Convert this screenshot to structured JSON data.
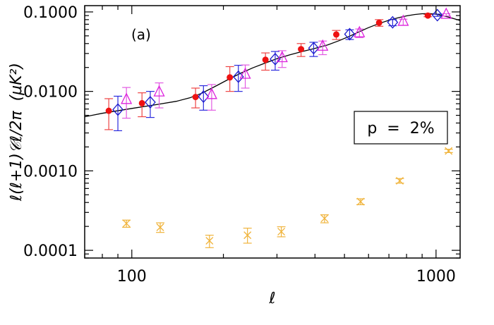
{
  "chart_data": {
    "type": "scatter",
    "title": "",
    "xlabel": "ℓ",
    "ylabel": "ℓ(ℓ+1)𝒞ℓ/2π  (μK²)",
    "xscale": "log",
    "yscale": "log",
    "xlim": [
      70,
      1200
    ],
    "ylim": [
      8e-05,
      0.12
    ],
    "x_ticks": [
      100,
      1000
    ],
    "x_tick_labels": [
      "100",
      "1000"
    ],
    "y_ticks": [
      0.0001,
      0.001,
      0.01,
      0.1
    ],
    "y_tick_labels": [
      "0.0001",
      "0.0010",
      "0.0100",
      "0.1000"
    ],
    "grid": false,
    "panel_label": "(a)",
    "legend_box": {
      "text": "p  =  2%",
      "placement": "right"
    },
    "curve": {
      "color": "#000000",
      "x": [
        70,
        80,
        100,
        120,
        140,
        155,
        170,
        190,
        210,
        230,
        250,
        270,
        300,
        330,
        360,
        400,
        440,
        480,
        520,
        560,
        600,
        650,
        700,
        750,
        800,
        850,
        900,
        950,
        1000,
        1050,
        1100,
        1200
      ],
      "y": [
        0.0048,
        0.0053,
        0.0061,
        0.0068,
        0.0075,
        0.0083,
        0.0095,
        0.0118,
        0.0145,
        0.0172,
        0.0198,
        0.0222,
        0.0258,
        0.0288,
        0.0315,
        0.0348,
        0.0385,
        0.0435,
        0.0495,
        0.0565,
        0.0635,
        0.0715,
        0.0785,
        0.0845,
        0.0893,
        0.0928,
        0.0948,
        0.0952,
        0.0935,
        0.09,
        0.086,
        0.078
      ]
    },
    "series": [
      {
        "marker": "circle",
        "color": "#ee1111",
        "errcolor": "#ee4444",
        "x": [
          84,
          108,
          162,
          210,
          275,
          360,
          470,
          650,
          940
        ],
        "y": [
          0.0057,
          0.0071,
          0.0085,
          0.015,
          0.025,
          0.034,
          0.052,
          0.073,
          0.09
        ],
        "ylow": [
          0.0033,
          0.0048,
          0.0062,
          0.01,
          0.0185,
          0.0275,
          0.045,
          0.066,
          0.087
        ],
        "yhigh": [
          0.0081,
          0.0096,
          0.011,
          0.0205,
          0.0305,
          0.04,
          0.0585,
          0.08,
          0.093
        ]
      },
      {
        "marker": "diamond",
        "color": "#1a1acc",
        "errcolor": "#2a2add",
        "x": [
          90,
          115,
          172,
          224,
          296,
          396,
          520,
          720,
          1010
        ],
        "y": [
          0.0059,
          0.0073,
          0.0086,
          0.0153,
          0.0255,
          0.035,
          0.0525,
          0.074,
          0.091
        ],
        "ylow": [
          0.0032,
          0.0047,
          0.0058,
          0.01,
          0.0185,
          0.0275,
          0.045,
          0.067,
          0.088
        ],
        "yhigh": [
          0.0087,
          0.01,
          0.0118,
          0.0213,
          0.0318,
          0.0415,
          0.0595,
          0.08,
          0.094
        ]
      },
      {
        "marker": "triangle",
        "color": "#dd22dd",
        "errcolor": "#e25ae2",
        "x": [
          96,
          123,
          183,
          236,
          312,
          424,
          560,
          780,
          1080
        ],
        "y": [
          0.0078,
          0.0097,
          0.009,
          0.0162,
          0.0262,
          0.0365,
          0.054,
          0.075,
          0.092
        ],
        "ylow": [
          0.0046,
          0.0062,
          0.0058,
          0.011,
          0.02,
          0.029,
          0.0475,
          0.068,
          0.089
        ],
        "yhigh": [
          0.0112,
          0.0128,
          0.0122,
          0.0215,
          0.0325,
          0.043,
          0.061,
          0.081,
          0.095
        ]
      },
      {
        "marker": "cross",
        "color": "#f0b43c",
        "errcolor": "#f0b43c",
        "x": [
          96,
          124,
          180,
          240,
          310,
          430,
          565,
          760,
          1100
        ],
        "y": [
          0.000218,
          0.000195,
          0.000132,
          0.000155,
          0.000172,
          0.000252,
          0.00041,
          0.00075,
          0.00178
        ],
        "ylow": [
          0.000195,
          0.000168,
          0.000108,
          0.000123,
          0.000148,
          0.000222,
          0.000375,
          0.0007,
          0.0017
        ],
        "yhigh": [
          0.00024,
          0.000222,
          0.000155,
          0.00019,
          0.000198,
          0.00028,
          0.000445,
          0.0008,
          0.00187
        ]
      }
    ]
  }
}
